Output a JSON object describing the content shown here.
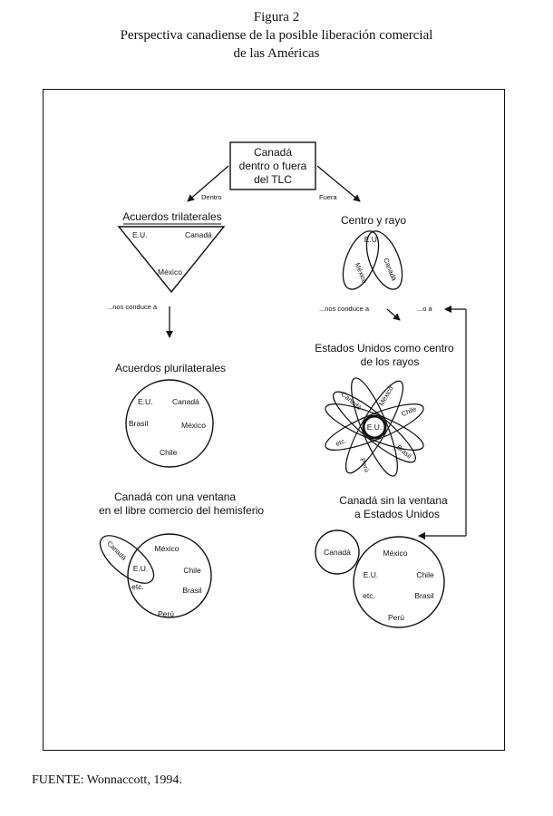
{
  "caption": {
    "label": "Figura 2",
    "line1": "Perspectiva canadiense de la posible liberación comercial",
    "line2": "de las Américas"
  },
  "top_box": {
    "line1": "Canadá",
    "line2": "dentro o fuera",
    "line3": "del TLC"
  },
  "branches": {
    "dentro": "Dentro",
    "fuera": "Fuera"
  },
  "trilateral": {
    "title": "Acuerdos trilaterales",
    "eu": "E.U.",
    "canada": "Canadá",
    "mexico": "México",
    "conduce": "...nos conduce a"
  },
  "hub": {
    "title": "Centro y rayo",
    "eu": "E.U.",
    "mexico": "México",
    "canada": "Canadá",
    "conduce": "...nos conduce a",
    "oa": "...o a"
  },
  "plurilateral": {
    "title": "Acuerdos plurilaterales",
    "eu": "E.U.",
    "canada": "Canadá",
    "brasil": "Brasil",
    "mexico": "México",
    "chile": "Chile"
  },
  "us_hub": {
    "title1": "Estados Unidos como centro",
    "title2": "de los rayos",
    "center": "E.U.",
    "canada": "Canadá",
    "mexico": "México",
    "chile": "Chile",
    "brasil": "Brasil",
    "peru": "Perú",
    "etc": "etc."
  },
  "with_window": {
    "title1": "Canadá con una ventana",
    "title2": "en el libre comercio del hemisferio",
    "canada": "Canadá",
    "eu": "E.U.",
    "mexico": "México",
    "chile": "Chile",
    "etc": "etc.",
    "brasil": "Brasil",
    "peru": "Perú"
  },
  "without_window": {
    "title1": "Canadá sin la ventana",
    "title2": "a Estados Unidos",
    "canada": "Canadá",
    "mexico": "México",
    "eu": "E.U.",
    "chile": "Chile",
    "etc": "etc.",
    "brasil": "Brasil",
    "peru": "Perú"
  },
  "source": "FUENTE: Wonnaccott, 1994."
}
